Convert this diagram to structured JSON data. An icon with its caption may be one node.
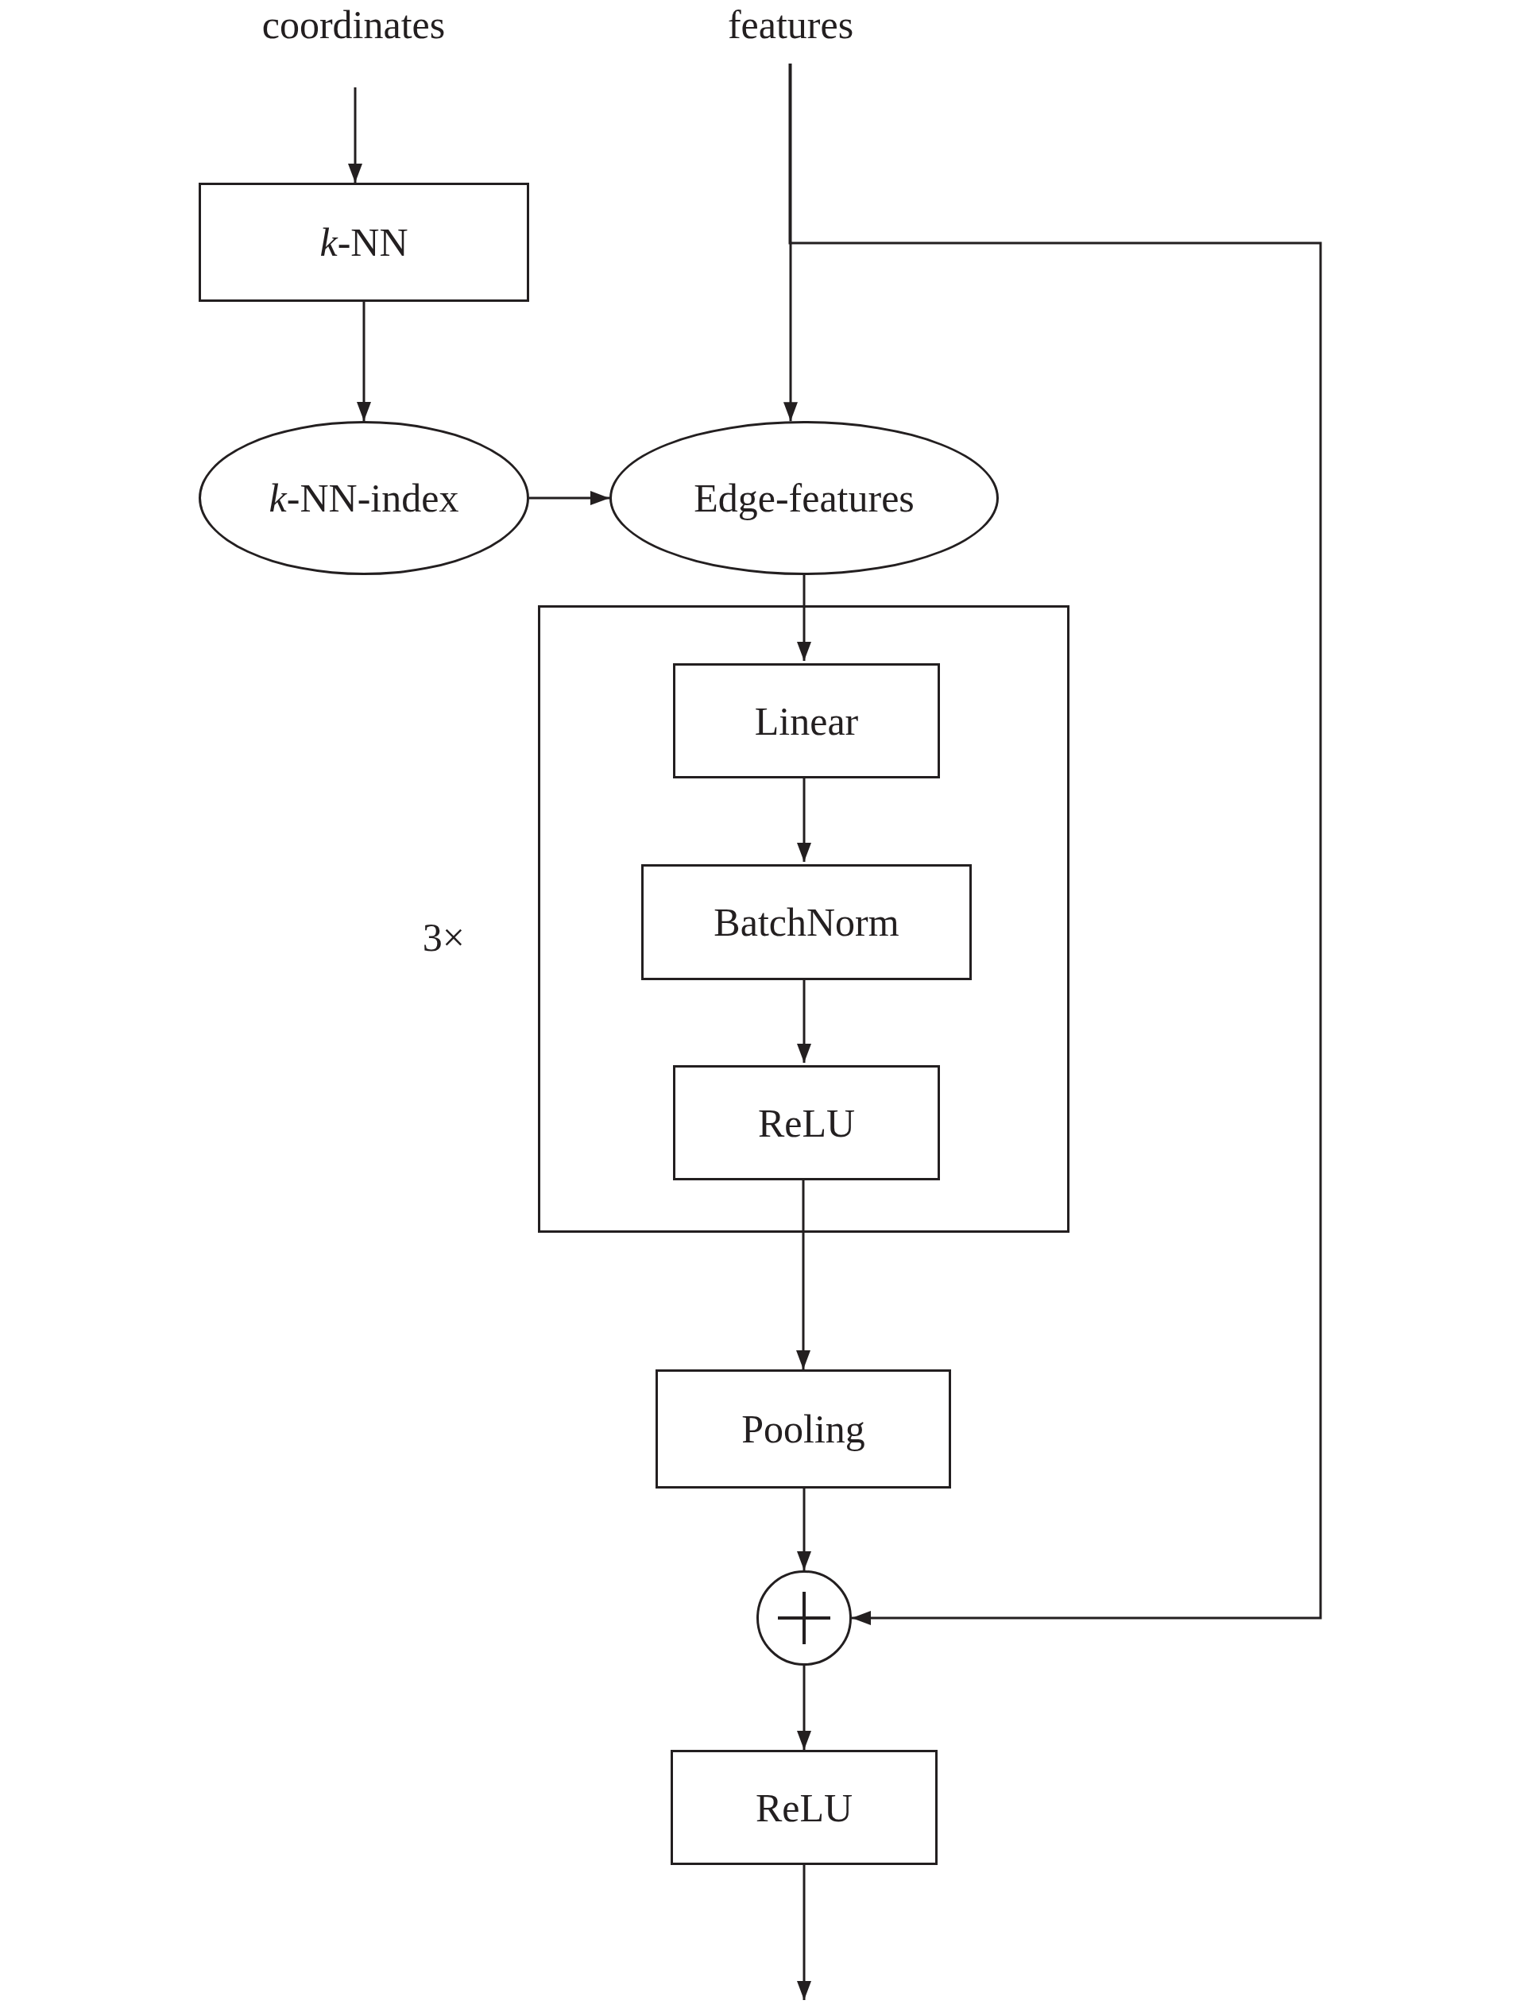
{
  "diagram": {
    "nodes": [
      {
        "text": [
          "coordinates"
        ]
      },
      {
        "text": [
          "features"
        ]
      },
      {
        "text": [
          "*k*-NN"
        ]
      },
      {
        "text": [
          "*k*-NN-index"
        ]
      },
      {
        "text": [
          "Edge-features"
        ]
      },
      {
        "text": [],
        "shape": "box",
        "beside": [
          "3×"
        ]
      },
      {
        "text": [
          "Linear"
        ],
        "in": 5
      },
      {
        "text": [
          "BatchNorm"
        ],
        "in": 5
      },
      {
        "text": [
          "ReLU"
        ],
        "in": 5
      },
      {
        "text": [
          "Pooling"
        ]
      },
      {
        "text": [],
        "shape": "circle"
      },
      {
        "text": [
          "ReLU"
        ]
      }
    ],
    "edges": [
      {
        "from": 0,
        "to": 2,
        "arrow": "to"
      },
      {
        "from": 2,
        "to": 3,
        "arrow": "to"
      },
      {
        "from": 3,
        "to": 4,
        "arrow": "to"
      },
      {
        "from": 1,
        "to": 4,
        "arrow": "to"
      },
      {
        "from": 1,
        "to": 10,
        "arrow": "to"
      },
      {
        "from": 4,
        "to": 6,
        "arrow": "to"
      },
      {
        "from": 6,
        "to": 7,
        "arrow": "to"
      },
      {
        "from": 7,
        "to": 8,
        "arrow": "to"
      },
      {
        "from": 8,
        "to": 9,
        "arrow": "to"
      },
      {
        "from": 9,
        "to": 10,
        "arrow": "to"
      },
      {
        "from": 10,
        "to": 11,
        "arrow": "to"
      },
      {
        "from": 11,
        "to": null,
        "arrow": "to"
      }
    ]
  }
}
